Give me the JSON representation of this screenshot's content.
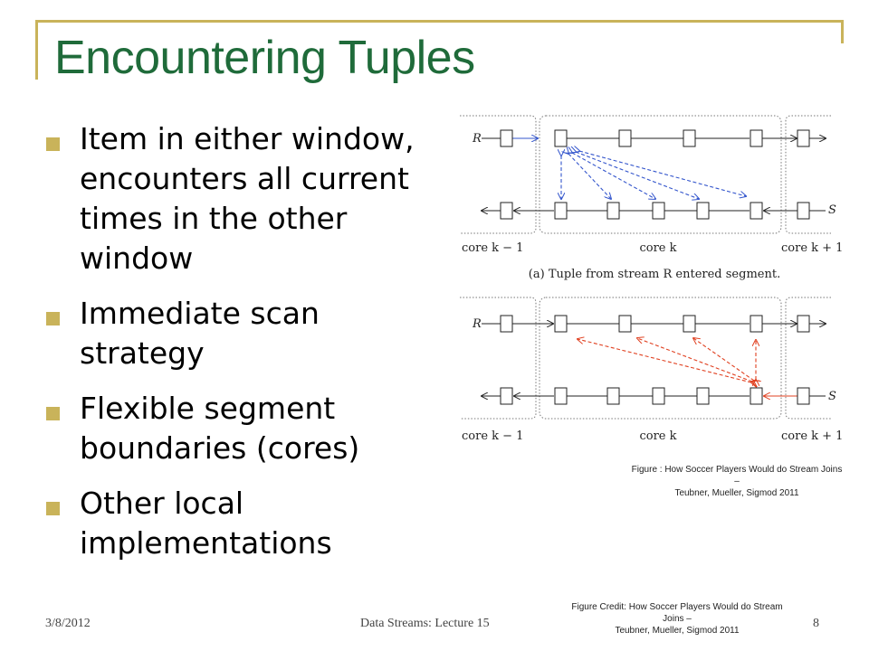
{
  "slide": {
    "title": "Encountering Tuples",
    "bullets": [
      "Item in either window, encounters all current times in the other window",
      "Immediate scan strategy",
      "Flexible segment boundaries (cores)",
      "Other local implementations"
    ],
    "accent_color": "#c9b35a",
    "title_color": "#1f6b3a"
  },
  "diagram": {
    "stream_r_label": "R",
    "stream_s_label": "S",
    "core_left_label": "core k − 1",
    "core_mid_label": "core k",
    "core_right_label": "core k + 1",
    "caption_a": "(a) Tuple from stream R entered segment.",
    "arrow_color_a": "#3355cc",
    "arrow_color_b": "#e04020"
  },
  "figure_caption": {
    "line1": "Figure : How Soccer Players Would do Stream Joins –",
    "line2": "Teubner, Mueller, Sigmod 2011"
  },
  "footer": {
    "date": "3/8/2012",
    "title": "Data Streams: Lecture 15",
    "credit_line1": "Figure Credit: How Soccer Players Would do Stream Joins –",
    "credit_line2": "Teubner, Mueller, Sigmod 2011",
    "page": "8"
  }
}
